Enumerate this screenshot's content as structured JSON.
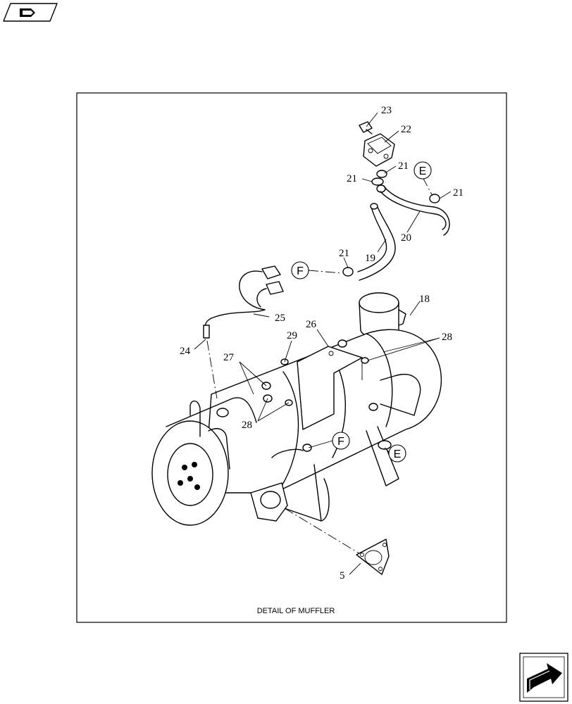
{
  "caption": "DETAIL OF MUFFLER",
  "callouts": {
    "c23": "23",
    "c22": "22",
    "c21a": "21",
    "c21b": "21",
    "c21c": "21",
    "c21d": "21",
    "c20": "20",
    "c19": "19",
    "c18": "18",
    "c25": "25",
    "c24": "24",
    "c26": "26",
    "c29": "29",
    "c27": "27",
    "c28a": "28",
    "c28b": "28",
    "c5": "5"
  },
  "refs": {
    "e_top": "E",
    "e_bottom": "E",
    "f_top": "F",
    "f_bottom": "F"
  },
  "icons": {
    "top_left": "book-nav-icon",
    "bottom_right": "next-page-arrow-icon"
  }
}
